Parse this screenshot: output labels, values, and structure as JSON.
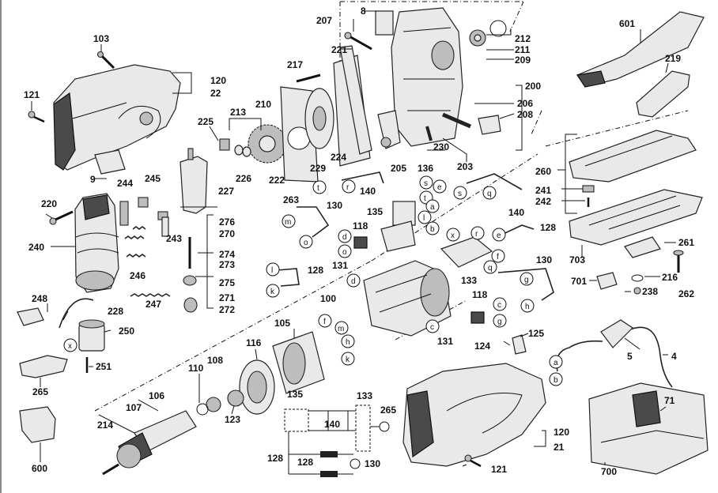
{
  "part_labels": {
    "p103": "103",
    "p121a": "121",
    "p120a": "120",
    "p22": "22",
    "p9": "9",
    "p220": "220",
    "p244": "244",
    "p245": "245",
    "p240": "240",
    "p243": "243",
    "p246": "246",
    "p247": "247",
    "p248": "248",
    "p228": "228",
    "p250": "250",
    "p251": "251",
    "p265a": "265",
    "p600": "600",
    "p225": "225",
    "p213": "213",
    "p210": "210",
    "p227": "227",
    "p226": "226",
    "p222": "222",
    "p229": "229",
    "p224": "224",
    "p276": "276",
    "p270": "270",
    "p274": "274",
    "p273": "273",
    "p275": "275",
    "p271": "271",
    "p272": "272",
    "p207": "207",
    "p8": "8",
    "p221": "221",
    "p217": "217",
    "p212": "212",
    "p211": "211",
    "p209": "209",
    "p200": "200",
    "p206": "206",
    "p208": "208",
    "p230": "230",
    "p203": "203",
    "p205": "205",
    "p136": "136",
    "p140a": "140",
    "p263": "263",
    "p130a": "130",
    "p135a": "135",
    "p118a": "118",
    "p131a": "131",
    "p128a": "128",
    "p140b": "140",
    "p128b": "128",
    "p133a": "133",
    "p130b": "130",
    "p100": "100",
    "p118b": "118",
    "p131b": "131",
    "p124": "124",
    "p125": "125",
    "p5": "5",
    "p4": "4",
    "p601": "601",
    "p219": "219",
    "p260": "260",
    "p241": "241",
    "p242": "242",
    "p703": "703",
    "p261": "261",
    "p216": "216",
    "p262": "262",
    "p701": "701",
    "p238": "238",
    "p105": "105",
    "p116": "116",
    "p110": "110",
    "p108": "108",
    "p106": "106",
    "p107": "107",
    "p123": "123",
    "p214": "214",
    "p135b": "135",
    "p133b": "133",
    "p265b": "265",
    "p140c": "140",
    "p128c": "128",
    "p128d": "128",
    "p130c": "130",
    "p120b": "120",
    "p21": "21",
    "p121b": "121",
    "p71": "71",
    "p700": "700"
  },
  "wire_letters": {
    "t1": "t",
    "r1": "r",
    "s1": "s",
    "e1": "e",
    "t2": "t",
    "s2": "s",
    "q1": "q",
    "a1": "a",
    "l1": "l",
    "b1": "b",
    "m1": "m",
    "o1": "o",
    "d1": "d",
    "o2": "o",
    "x1": "x",
    "r2": "r",
    "e2": "e",
    "f1": "f",
    "q2": "q",
    "l2": "l",
    "k1": "k",
    "d2": "d",
    "g1": "g",
    "h1": "h",
    "c1": "c",
    "g2": "g",
    "c2": "c",
    "f2": "f",
    "m2": "m",
    "h2": "h",
    "k2": "k",
    "x2": "x",
    "a2": "a",
    "b2": "b"
  }
}
